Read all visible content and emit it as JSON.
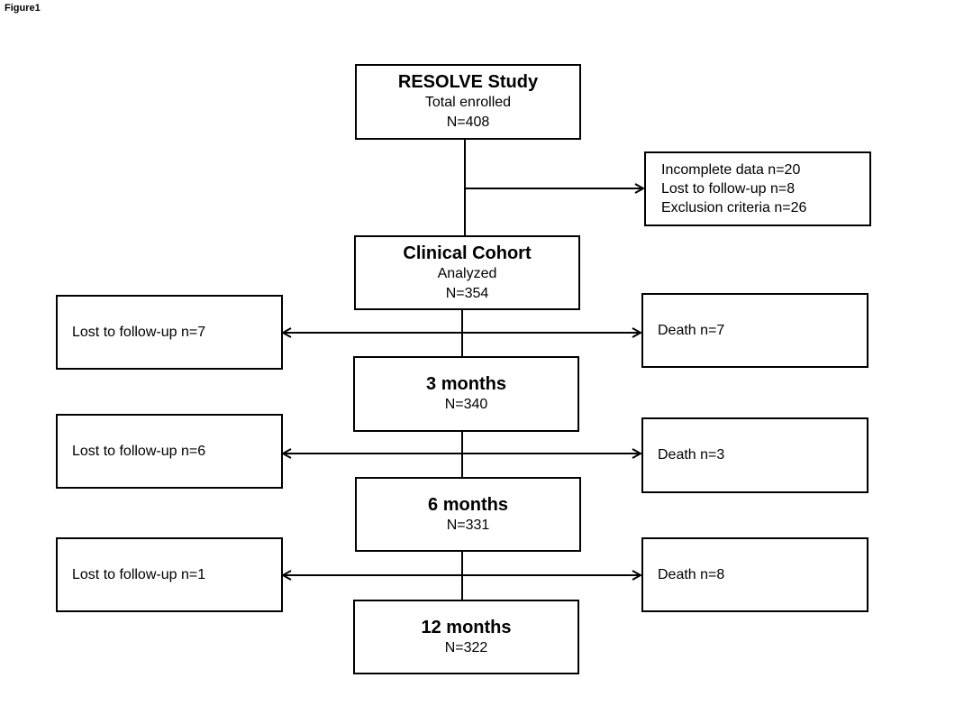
{
  "figure_label": "Figure1",
  "enrollment": {
    "title": "RESOLVE Study",
    "subtitle": "Total enrolled",
    "count": "N=408"
  },
  "exclusions": [
    "Incomplete data n=20",
    "Lost to follow-up n=8",
    "Exclusion criteria n=26"
  ],
  "cohort": {
    "title": "Clinical Cohort",
    "subtitle": "Analyzed",
    "count": "N=354"
  },
  "timepoints": [
    {
      "title": "3 months",
      "count": "N=340",
      "lost": "Lost to follow-up n=7",
      "death": "Death n=7"
    },
    {
      "title": "6 months",
      "count": "N=331",
      "lost": "Lost to follow-up n=6",
      "death": "Death n=3"
    },
    {
      "title": "12 months",
      "count": "N=322",
      "lost": "Lost to follow-up n=1",
      "death": "Death n=8"
    }
  ]
}
